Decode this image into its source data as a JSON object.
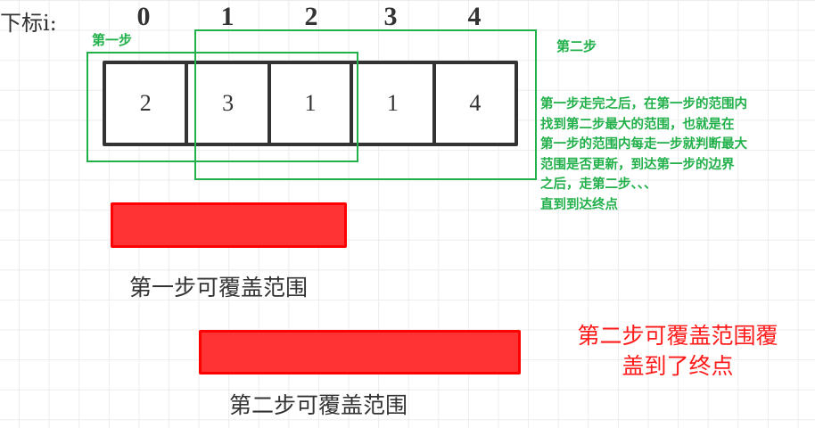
{
  "index_label": "下标i:",
  "indices": [
    "0",
    "1",
    "2",
    "3",
    "4"
  ],
  "array": [
    "2",
    "3",
    "1",
    "1",
    "4"
  ],
  "step1_label": "第一步",
  "step2_label": "第二步",
  "description": "第一步走完之后，在第一步的范围内\n找到第二步最大的范围，也就是在\n第一步的范围内每走一步就判断最大\n范围是否更新，到达第一步的边界\n之后，走第二步、、、\n直到到达终点",
  "coverage1_caption": "第一步可覆盖范围",
  "coverage2_caption": "第二步可覆盖范围",
  "conclusion": "第二步可覆盖范围覆\n盖到了终点",
  "colors": {
    "green": "#22b04a",
    "red": "#ff3333",
    "cell_border": "#333333"
  }
}
